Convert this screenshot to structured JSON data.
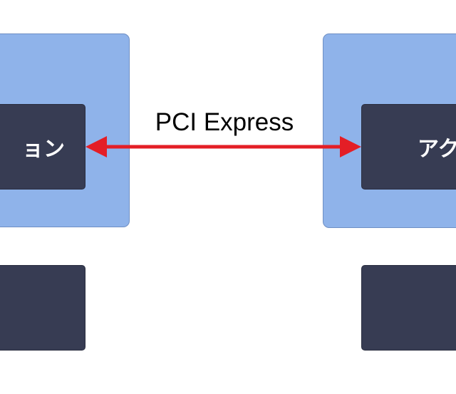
{
  "connector": {
    "label": "PCI Express",
    "color": "#e41e26"
  },
  "left_node": {
    "label": "ョン"
  },
  "right_node": {
    "label": "アク"
  },
  "colors": {
    "outer_fill": "#8fb3ea",
    "inner_fill": "#373c53",
    "background": "#ffffff"
  }
}
